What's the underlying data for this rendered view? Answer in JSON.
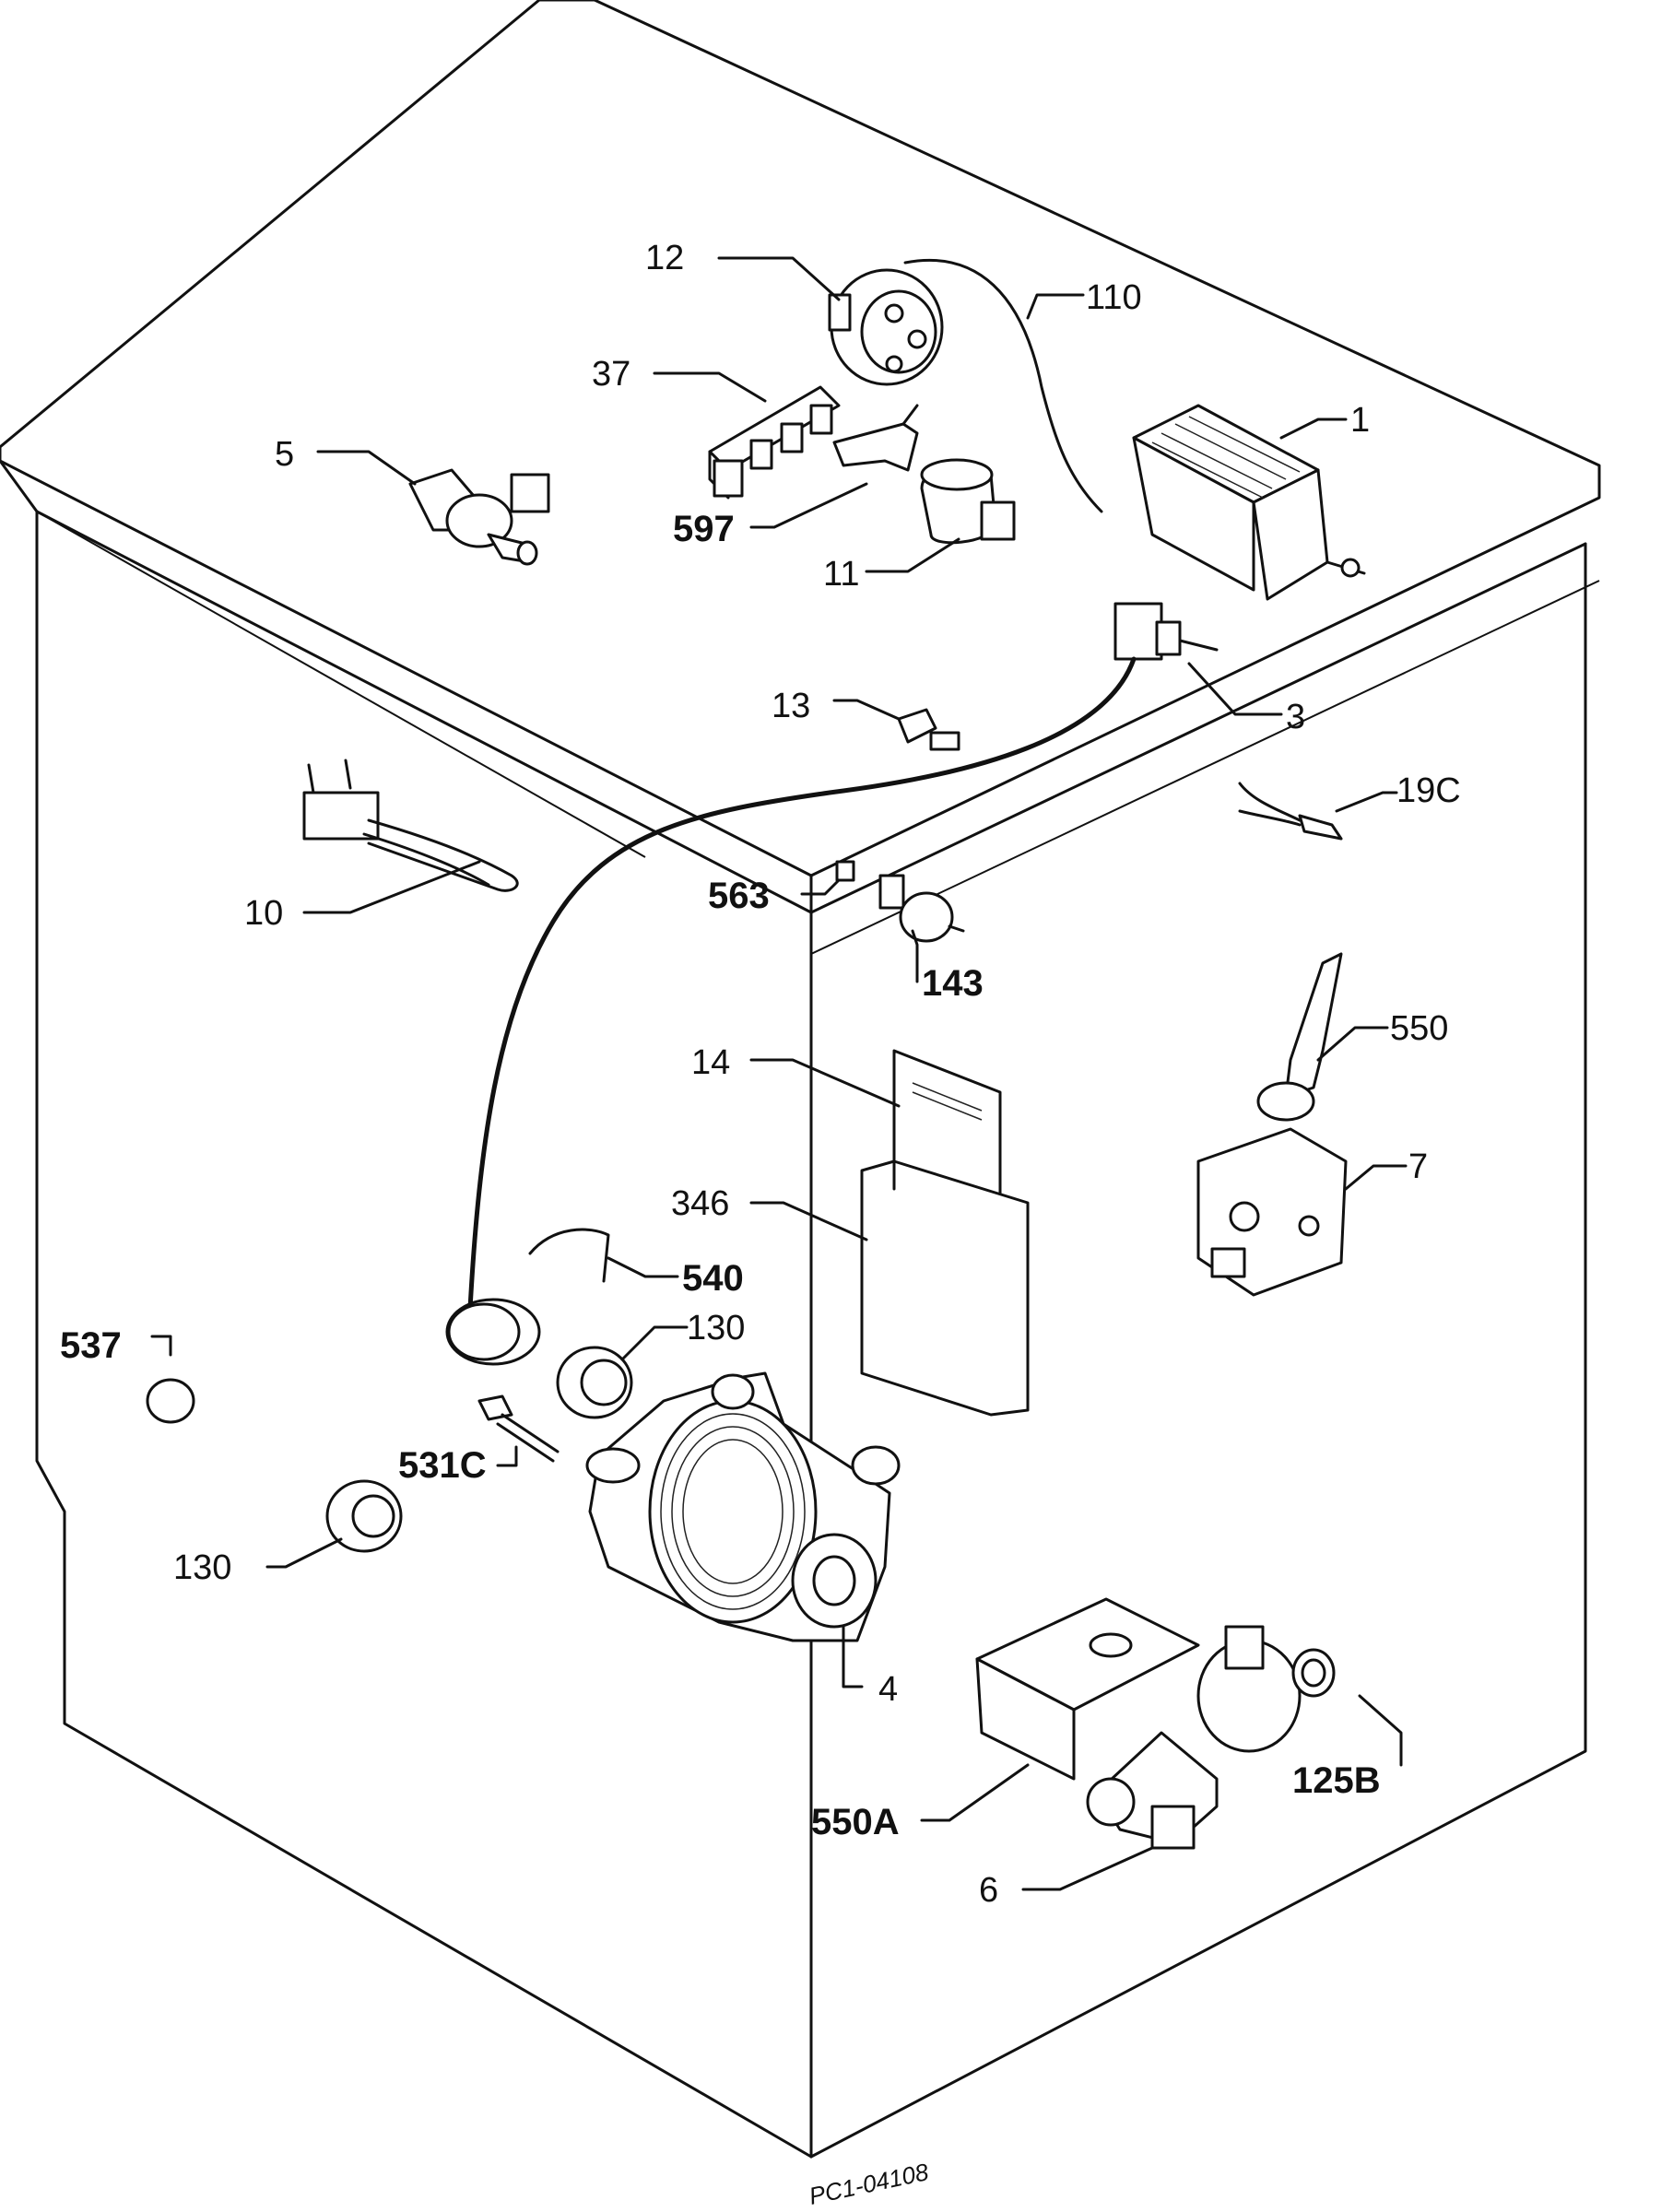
{
  "labels": {
    "l1": "1",
    "l3": "3",
    "l4": "4",
    "l5": "5",
    "l6": "6",
    "l7": "7",
    "l10": "10",
    "l11": "11",
    "l12": "12",
    "l13": "13",
    "l14": "14",
    "l19c": "19C",
    "l37": "37",
    "l110": "110",
    "l125b": "125B",
    "l130a": "130",
    "l130b": "130",
    "l143": "143",
    "l346": "346",
    "l531c": "531C",
    "l537": "537",
    "l540": "540",
    "l550": "550",
    "l550a": "550A",
    "l563": "563",
    "l597": "597"
  },
  "drawing_code": "PC1-04108"
}
